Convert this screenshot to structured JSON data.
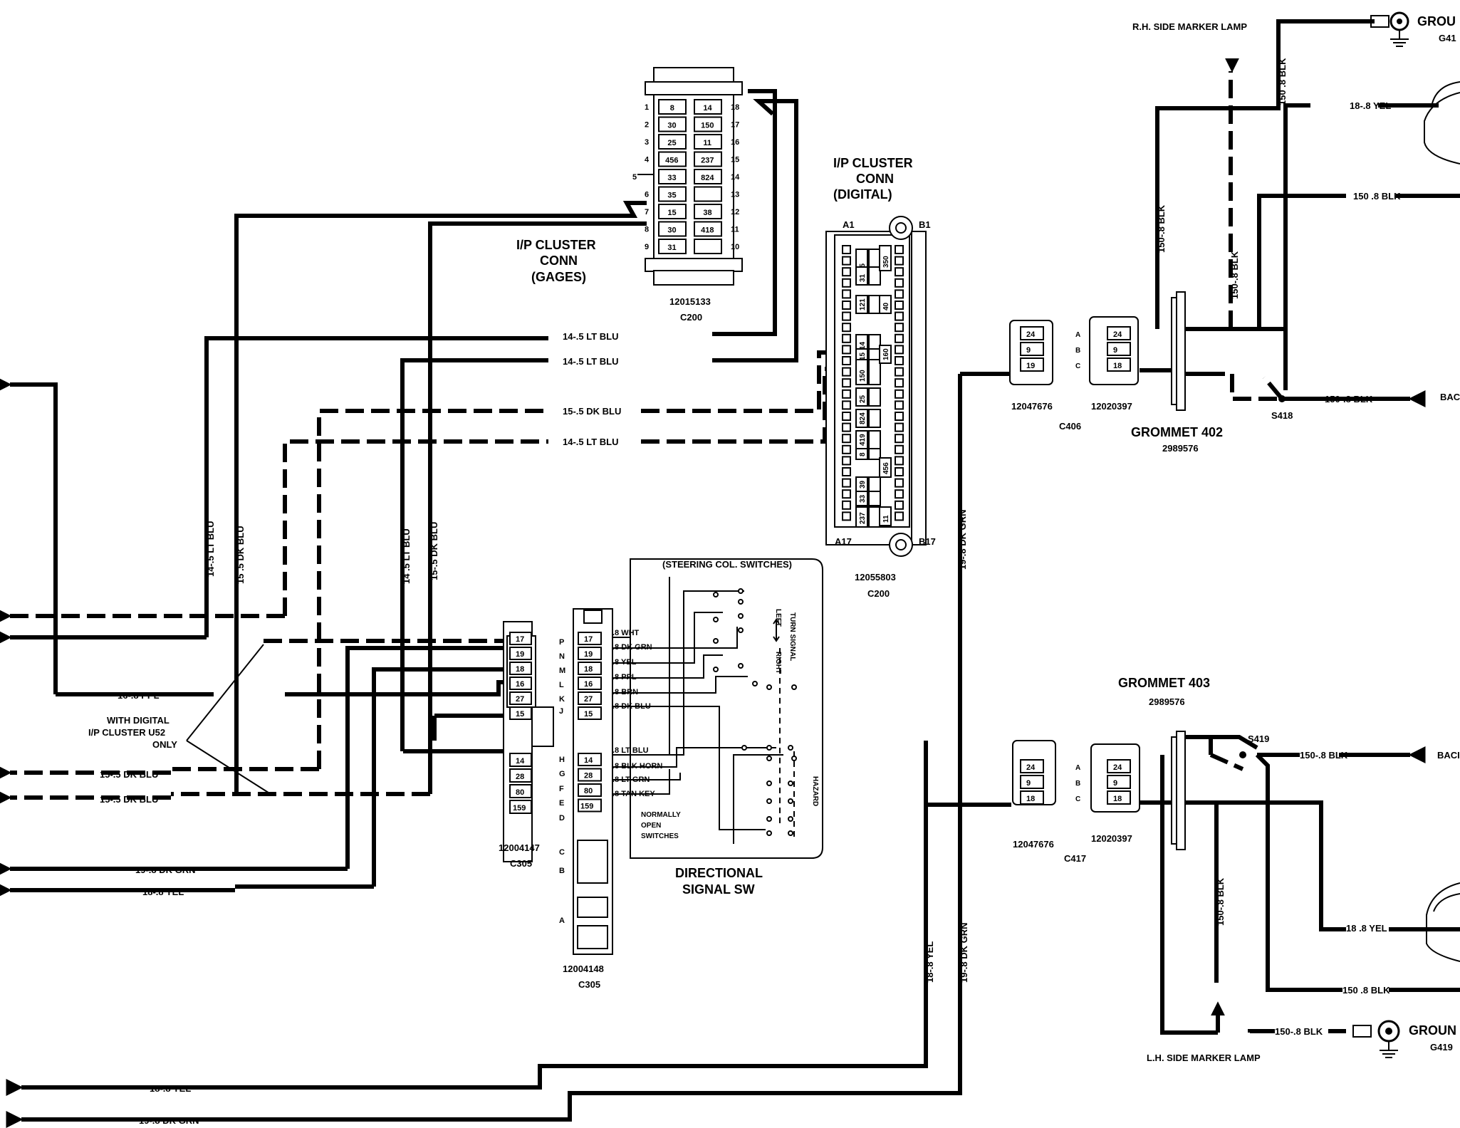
{
  "connectors": {
    "gages": {
      "title_line1": "I/P CLUSTER",
      "title_line2": "CONN",
      "title_line3": "(GAGES)",
      "part": "12015133",
      "ref": "C200",
      "left_cavities": [
        "8",
        "30",
        "25",
        "456",
        "33",
        "35",
        "15",
        "30",
        "31"
      ],
      "right_cavities": [
        "14",
        "150",
        "11",
        "237",
        "824",
        "",
        "38",
        "418",
        ""
      ],
      "left_pins": [
        "1",
        "2",
        "3",
        "4",
        "5",
        "6",
        "7",
        "8",
        "9"
      ],
      "right_pins": [
        "18",
        "17",
        "16",
        "15",
        "14",
        "13",
        "12",
        "11",
        "10"
      ]
    },
    "digital": {
      "title_line1": "I/P CLUSTER",
      "title_line2": "CONN",
      "title_line3": "(DIGITAL)",
      "part": "12055803",
      "ref": "C200",
      "corner_a1": "A1",
      "corner_b1": "B1",
      "corner_a17": "A17",
      "corner_b17": "B17",
      "col_a": [
        "35",
        "31",
        "121",
        "14",
        "15",
        "150",
        "25",
        "824",
        "419",
        "8",
        "39",
        "33",
        "237"
      ],
      "col_b": [
        "350",
        "40",
        "160",
        "456",
        "11"
      ]
    },
    "c305a": {
      "part": "12004147",
      "ref": "C305",
      "cavities_top": [
        "17",
        "19",
        "18",
        "16",
        "27",
        "15"
      ],
      "cavities_bottom": [
        "14",
        "28",
        "80",
        "159"
      ]
    },
    "c305b": {
      "part": "12004148",
      "ref": "C305",
      "cavities": [
        "17",
        "19",
        "18",
        "16",
        "27",
        "15",
        "14",
        "28",
        "80",
        "159"
      ],
      "pins": [
        "P",
        "N",
        "M",
        "L",
        "K",
        "J",
        "H",
        "G",
        "F",
        "E",
        "D",
        "C",
        "B",
        "A"
      ]
    },
    "c406": {
      "left_part": "12047676",
      "right_part": "12020397",
      "ref": "C406",
      "cavities": [
        "24",
        "9",
        "19"
      ],
      "cavities_right": [
        "24",
        "9",
        "18"
      ],
      "pins": [
        "A",
        "B",
        "C"
      ]
    },
    "c417": {
      "left_part": "12047676",
      "right_part": "12020397",
      "ref": "C417",
      "cavities": [
        "24",
        "9",
        "18"
      ],
      "cavities_right": [
        "24",
        "9",
        "18"
      ],
      "pins": [
        "A",
        "B",
        "C"
      ]
    }
  },
  "directional": {
    "title_line1": "DIRECTIONAL",
    "title_line2": "SIGNAL SW",
    "header": "(STEERING COL. SWITCHES)",
    "left": "LEFT",
    "right": "RIGHT",
    "turn": "TURN SIGNAL",
    "hazard": "HAZARD",
    "normally_line1": "NORMALLY",
    "normally_line2": "OPEN",
    "normally_line3": "SWITCHES",
    "wires": [
      ".8 WHT",
      ".8 DK GRN",
      ".8 YEL",
      ".8 PPL",
      ".8 BRN",
      ".8 DK BLU",
      ".8 LT BLU",
      ".8 BLK HORN",
      ".8 LT GRN",
      ".8 TAN KEY"
    ]
  },
  "grommets": {
    "g402": "GROMMET 402",
    "g402_part": "2989576",
    "g403": "GROMMET 403",
    "g403_part": "2989576"
  },
  "splices": {
    "s418": "S418",
    "s419": "S419"
  },
  "grounds": {
    "top_label": "GROU",
    "top_ref": "G41",
    "bottom_label": "GROUN",
    "bottom_ref": "G419"
  },
  "lamps": {
    "rh": "R.H. SIDE MARKER LAMP",
    "lh": "L.H. SIDE MARKER LAMP"
  },
  "notes": {
    "with_digital_line1": "WITH DIGITAL",
    "with_digital_line2": "I/P CLUSTER U52",
    "with_digital_line3": "ONLY"
  },
  "wire_labels": {
    "lt_blu_a": "14-.5 LT BLU",
    "lt_blu_b": "14-.5 LT BLU",
    "dk_blu_h": "15-.5 DK BLU",
    "lt_blu_c": "14-.5 LT BLU",
    "ppl": "16-.8 PPL",
    "dk_blu_1": "15-.5 DK BLU",
    "dk_blu_2": "15-.5 DK BLU",
    "dk_grn_1": "19-.8 DK GRN",
    "yel_1": "18-.8 YEL",
    "yel_2": "18-.8 YEL",
    "dk_grn_2": "19-.8 DK GRN",
    "v_lt_blu_1": "14-.5 LT BLU",
    "v_dk_blu_1": "15 .5 DK BLU",
    "v_lt_blu_2": "14 .5 LT BLU",
    "v_dk_blu_2": "15-.5 DK BLU",
    "v_dk_grn_a": "19-.8 DK GRN",
    "v_yel": "18-.8 YEL",
    "v_dk_grn_b": "19-.8 DK GRN",
    "r_yel_top": "18-.8 YEL",
    "r_blk_top": "150 .8 BLK",
    "r_blk_v1": "150-.8 BLK",
    "r_blk_v2": "150-.8 BLK",
    "r_blk_gnd_top": "150 .8 BLK",
    "r_back_top": "150-.8 BLK",
    "r_back_top_end": "BAC",
    "r_back_bot": "150-.8 BLK",
    "r_back_bot_end": "BACI",
    "r_blk_v3": "150-.8 BLK",
    "r_yel_bot": "18 .8 YEL",
    "r_blk_bot": "150 .8 BLK",
    "r_blk_gnd_bot": "150-.8 BLK"
  }
}
